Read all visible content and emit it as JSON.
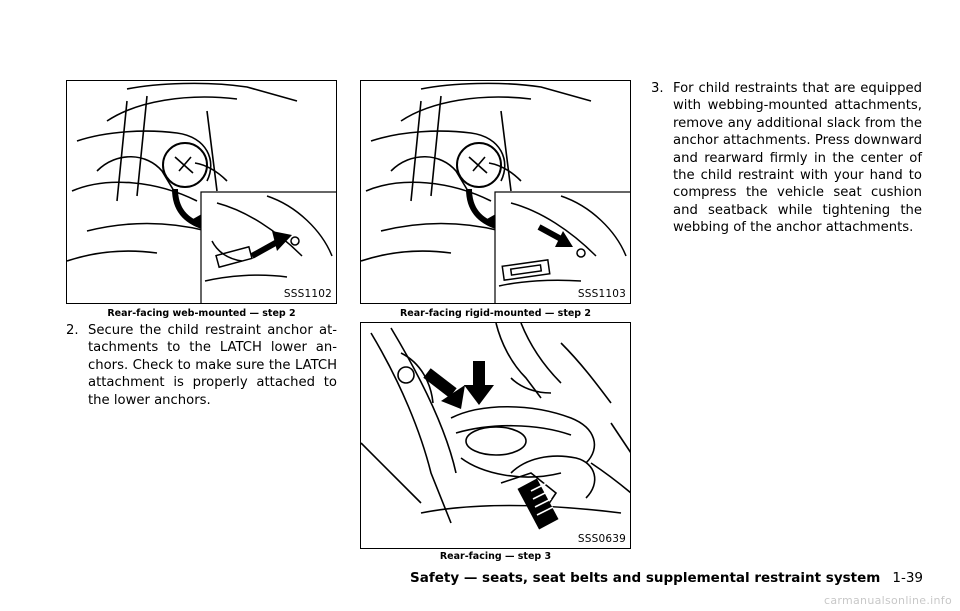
{
  "figures": [
    {
      "code": "SSS1102",
      "caption": "Rear-facing web-mounted — step 2"
    },
    {
      "code": "SSS1103",
      "caption": "Rear-facing rigid-mounted — step 2"
    },
    {
      "code": "SSS0639",
      "caption": "Rear-facing — step 3"
    }
  ],
  "steps": [
    {
      "number": "2.",
      "text": "Secure the child restraint anchor at- tachments to the LATCH lower an- chors. Check to make sure the LATCH attachment is properly attached to the lower anchors."
    },
    {
      "number": "3.",
      "text": "For child restraints that are equipped with webbing-mounted attachments, remove any additional slack from the anchor attachments. Press downward and rearward firmly in the center of the child restraint with your hand to compress the vehicle seat cushion and seatback while tightening the webbing of the anchor attachments."
    }
  ],
  "footer": {
    "section": "Safety — seats, seat belts and supplemental restraint system",
    "page": "1-39"
  },
  "watermark": "carmanualsonline.info"
}
